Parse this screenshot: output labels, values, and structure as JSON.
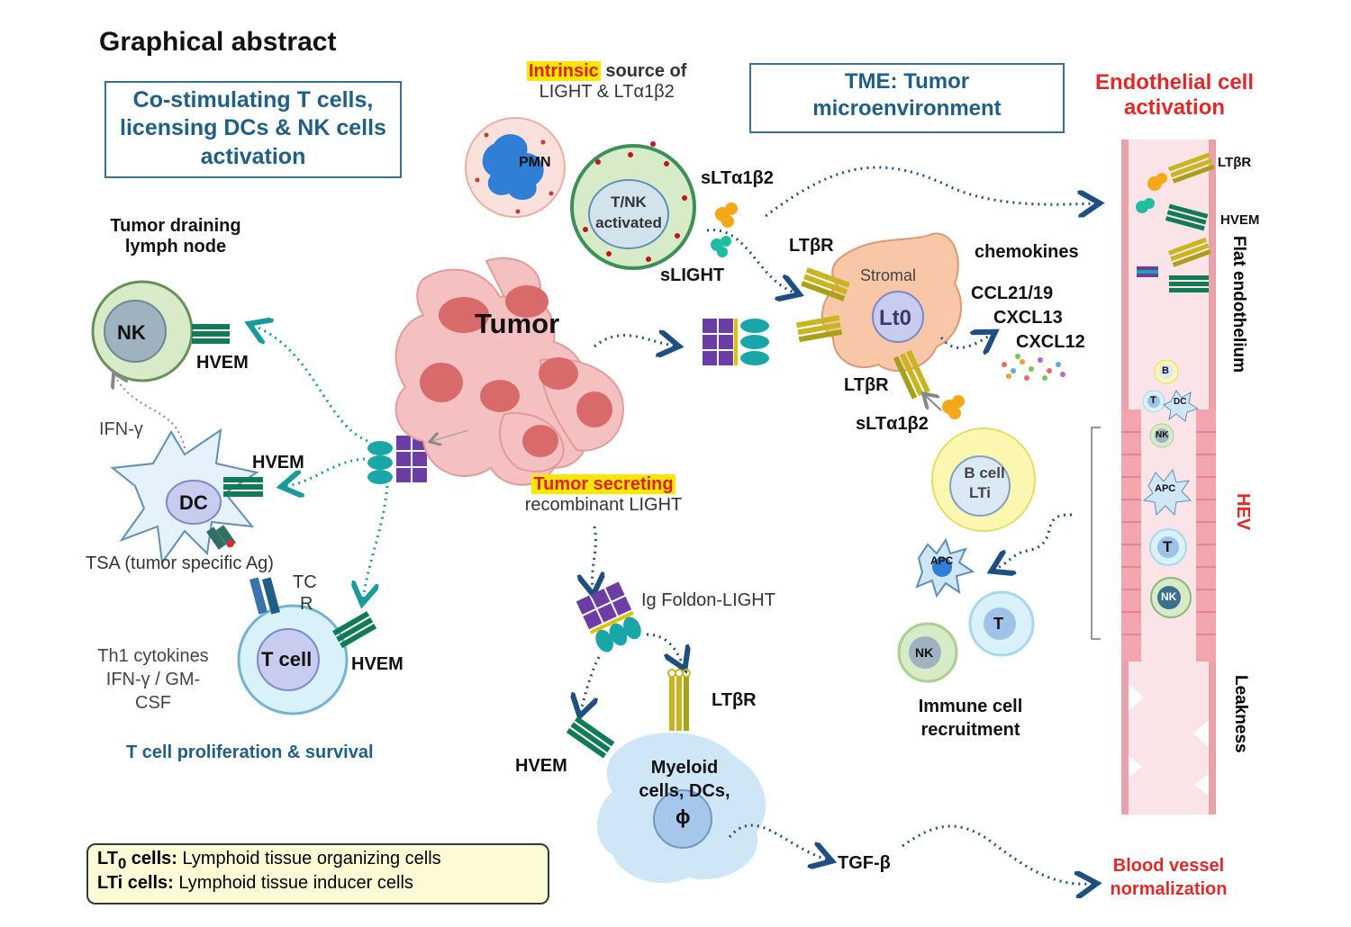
{
  "title": "Graphical abstract",
  "boxes": {
    "costim": "Co-stimulating T cells, licensing DCs & NK cells activation",
    "tme": "TME: Tumor microenvironment"
  },
  "intrinsic": {
    "highlight": "Intrinsic",
    "rest1": " source of",
    "rest2": "LIGHT & LTα1β2"
  },
  "endothelial_activation": "Endothelial cell activation",
  "left": {
    "lymph_node": "Tumor draining lymph node",
    "nk": "NK",
    "hvem1": "HVEM",
    "ifn": "IFN-γ",
    "dc": "DC",
    "hvem2": "HVEM",
    "tsa": "TSA (tumor specific Ag)",
    "tcr1": "TC",
    "tcr2": "R",
    "tcell": "T cell",
    "hvem3": "HVEM",
    "th1_1": "Th1 cytokines",
    "th1_2": "IFN-γ / GM-",
    "th1_3": "CSF",
    "prolif": "T cell proliferation & survival"
  },
  "center": {
    "pmn": "PMN",
    "tnk1": "T/NK",
    "tnk2": "activated",
    "slta": "sLTα1β2",
    "slight": "sLIGHT",
    "tumor": "Tumor",
    "secreting_hl": "Tumor secreting",
    "secreting_rest": "recombinant LIGHT",
    "foldon": "Ig Foldon-LIGHT",
    "ltbr": "LTβR",
    "hvem": "HVEM",
    "myeloid1": "Myeloid",
    "myeloid2": "cells, DCs,",
    "phi": "ϕ",
    "tgf": "TGF-β"
  },
  "right": {
    "ltbr_top": "LTβR",
    "stromal": "Stromal",
    "lt0": "Lt0",
    "ltbr_bottom": "LTβR",
    "slta_bottom": "sLTα1β2",
    "chemokines": "chemokines",
    "ccl": "CCL21/19",
    "cxcl13": "CXCL13",
    "cxcl12": "CXCL12",
    "bcell1": "B cell",
    "bcell2": "LTi",
    "apc": "APC",
    "t": "T",
    "nk": "NK",
    "recruit1": "Immune cell",
    "recruit2": "recruitment",
    "normalization1": "Blood vessel",
    "normalization2": "normalization"
  },
  "vessel": {
    "ltbr": "LTβR",
    "hvem": "HVEM",
    "flat": "Flat endothelium",
    "hev": "HEV",
    "leakness": "Leakness",
    "b": "B",
    "t": "T",
    "dc": "DC",
    "nk": "NK",
    "apc": "APC",
    "t2": "T",
    "nk2": "NK"
  },
  "legend": {
    "lt0_term": "LT",
    "lt0_sub": "0",
    "lt0_term_rest": " cells:",
    "lt0_def": " Lymphoid tissue organizing cells",
    "lti_term": "LTi cells:",
    "lti_def": " Lymphoid tissue inducer cells"
  },
  "colors": {
    "title_blue": "#1f5f86",
    "red": "#e02a2a",
    "teal": "#1a9a9a",
    "tumor_pink": "#f3b3b3",
    "vessel_pink": "#f6c3c8"
  }
}
